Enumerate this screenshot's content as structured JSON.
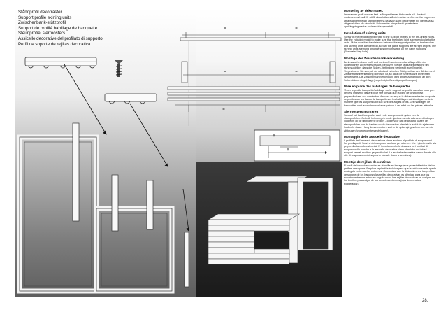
{
  "title_lines": [
    "Ståndprofil dekorraster",
    "Support profile skirting units",
    "Zwischenbank-stützprofil",
    "Support de profilé habillage de banquette",
    "Steunprofiel sierroosters",
    "Assicelle decorative del profilato di supporto",
    "Perfil de soporte de rejillas decorativa."
  ],
  "dimension_marks": [
    "=",
    "=",
    "=",
    "=",
    "="
  ],
  "x_marks": [
    "X",
    "X"
  ],
  "sections": [
    {
      "heading": "Montering av dekorraster.",
      "body": "Leveransen profil skruvas fast i ståndprofilernas förborrade hål. Använd medlevererad mall för att få skruvhålsavståndet mellan profilerna. Var noga med att avståndet mellan ståndprofilerna på lavan samt dekorraster blir identiska så att gavelsidan blir vinkelrätt. Dekorraster hängs fast i gavelsidans upphängningsrastar (vidarecsida nyckelhål)."
    },
    {
      "heading": "Installation of skirting units.",
      "body": "Screw on the benchskirting profile to the support profiles in the pre-drilled holes. Use the included mould to make sure that the bolted joint is perpendicular to the crate. Make sure that the distance between the support profiles on the benches and skirting units are identical, so that the gable supports are at right angles. The skirting units are hung onto the suspension screw on the gable supports. (Perforated key hole)"
    },
    {
      "heading": "Montage der Zwischenbankverkleidung.",
      "body": "Bank-zwischenbank profil und frontprofil werden an das stützprofil in die vorgebohrten Löcher geschraubt. Benutzen Sie die Montageschablone um sicherzustellen, dass die Bolzen-Verbindung senkrecht zum Ende ist. Vergewissern Sie sich, ob der Abstand zwischen Stützprofil an den Bänken und Zwischenbankverkleidung identisch ist, so dass die Seitenstütze im rechten Winkel steht. Die Zwischenbankverkleidung wird an der Aufhängung an den Seitenstützen eingehängt (vorgefertigte Befestigungsöffnungen)."
    },
    {
      "heading": "Mise en place des habillages de banquettes.",
      "body": "Visser le profilé banquette/habillage sur le support de profilé dans les trous pré-percés. Utiliser le gabarit pour être certain que la ligne de jonction est perpendiculaire aux extrémités. Assurez-vous que la distance entre les supports de profilés sur les bancs de banquettes et les habillages est identique, de telle manière que les supports latéraux sont des angles droits. Les habillages de banquettes sont accrochés sur la vis prévue à cet effet sur les pièces latérales."
    },
    {
      "heading": "Sierroosters monteren",
      "body": "Schroef het bank/sierprofiel vast in de voorgeboorde gaten van de steunprofielen. Gebruik het meegeleverde sjabloon om de schroefverbindingen loodrecht op de uiteinden te krijgen. Zorg ervoor dat de afstand tussen de steunprofielen van de banken en de sierroosters identiek is zodat de zijsteunen loodrecht staan. Hang de sierroosters vast in de ophangingsschroeven van de zijsteunen (voorgeponste sleutelgaten)."
    },
    {
      "heading": "Montaggio delle assicelle decorative.",
      "body": "Il profilato dell'asse e di decorazione viene avvitato al profilato di supporto nei fori predisposti. Servirsi del campione accluso per ottenere che il giunto a vite sia perpendicolare alle estremità. È importante che la distanza tra i profilati di supporto sulle panche e le assicelle decorative siano identiche così che i supporti laterali risultino perpendicolari. Le assicelle decorative vanno fissate alla vite di sospensione del supporto laterale (buco a serratura)."
    },
    {
      "heading": "Montaje de rejillas decorativas.",
      "body": "El perfil de banco/decoración se atornilla en los agujeros preestablecidos de los perfiles de soporte. Emplear la plantilla incluida para que la unión roscada quede en ángulo recto con los extremos. Comprobar que la distancia entre los perfiles de soporte de los bancos y las rejillas decorativas es idéntica, para que los soportes extremos estén en ángulo recto. Las rejillas decorativas se cuelgan en los tornillos para colgar de los soportes extremos (ojos de cerradura troquelados)."
    }
  ],
  "page_number": "28."
}
